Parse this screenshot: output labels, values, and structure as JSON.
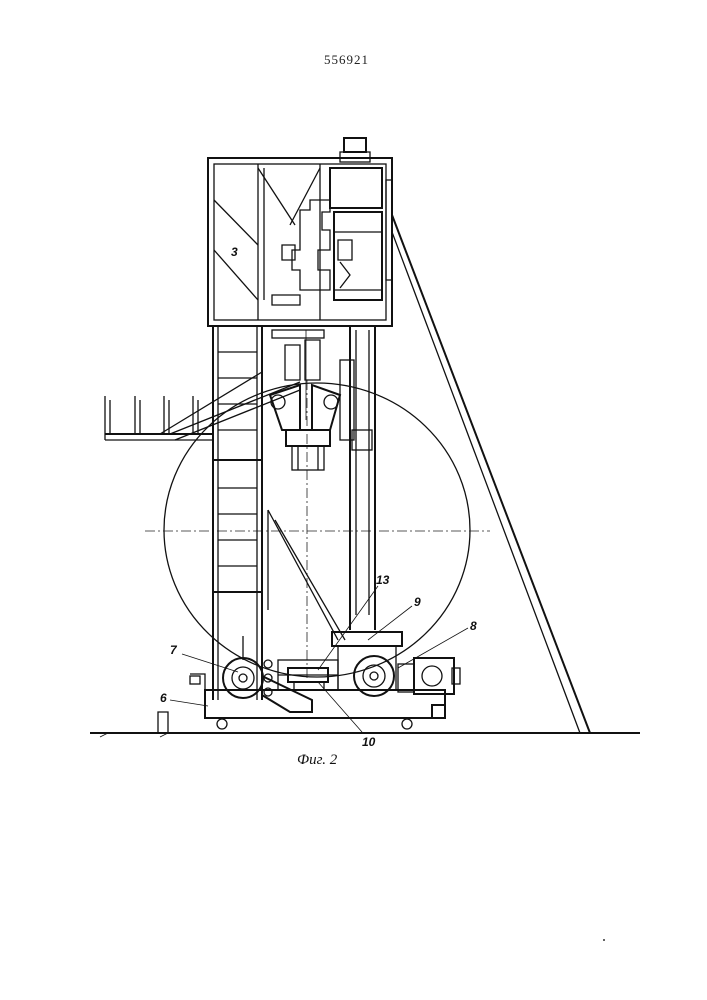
{
  "document": {
    "page_number": "556921",
    "figure_caption": "Фиг. 2"
  },
  "callouts": {
    "label_3": "3",
    "label_6": "6",
    "label_7": "7",
    "label_8": "8",
    "label_9": "9",
    "label_10": "10",
    "label_13": "13"
  }
}
